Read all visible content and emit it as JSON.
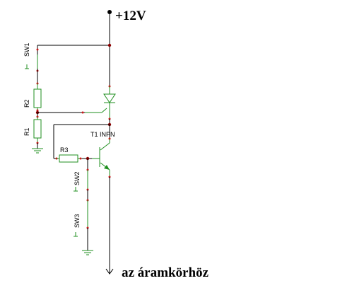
{
  "supply": {
    "label": "+12V"
  },
  "output": {
    "label": "az áramkörhöz"
  },
  "components": {
    "sw1": "SW1",
    "r2": "R2",
    "r1": "R1",
    "r3": "R3",
    "t1": "T1 INPN",
    "sw2": "SW2",
    "sw3": "SW3"
  },
  "colors": {
    "wire": "#000000",
    "component": "#1f8f1f",
    "pin": "#cc1a1a",
    "junction": "#8b0000"
  }
}
